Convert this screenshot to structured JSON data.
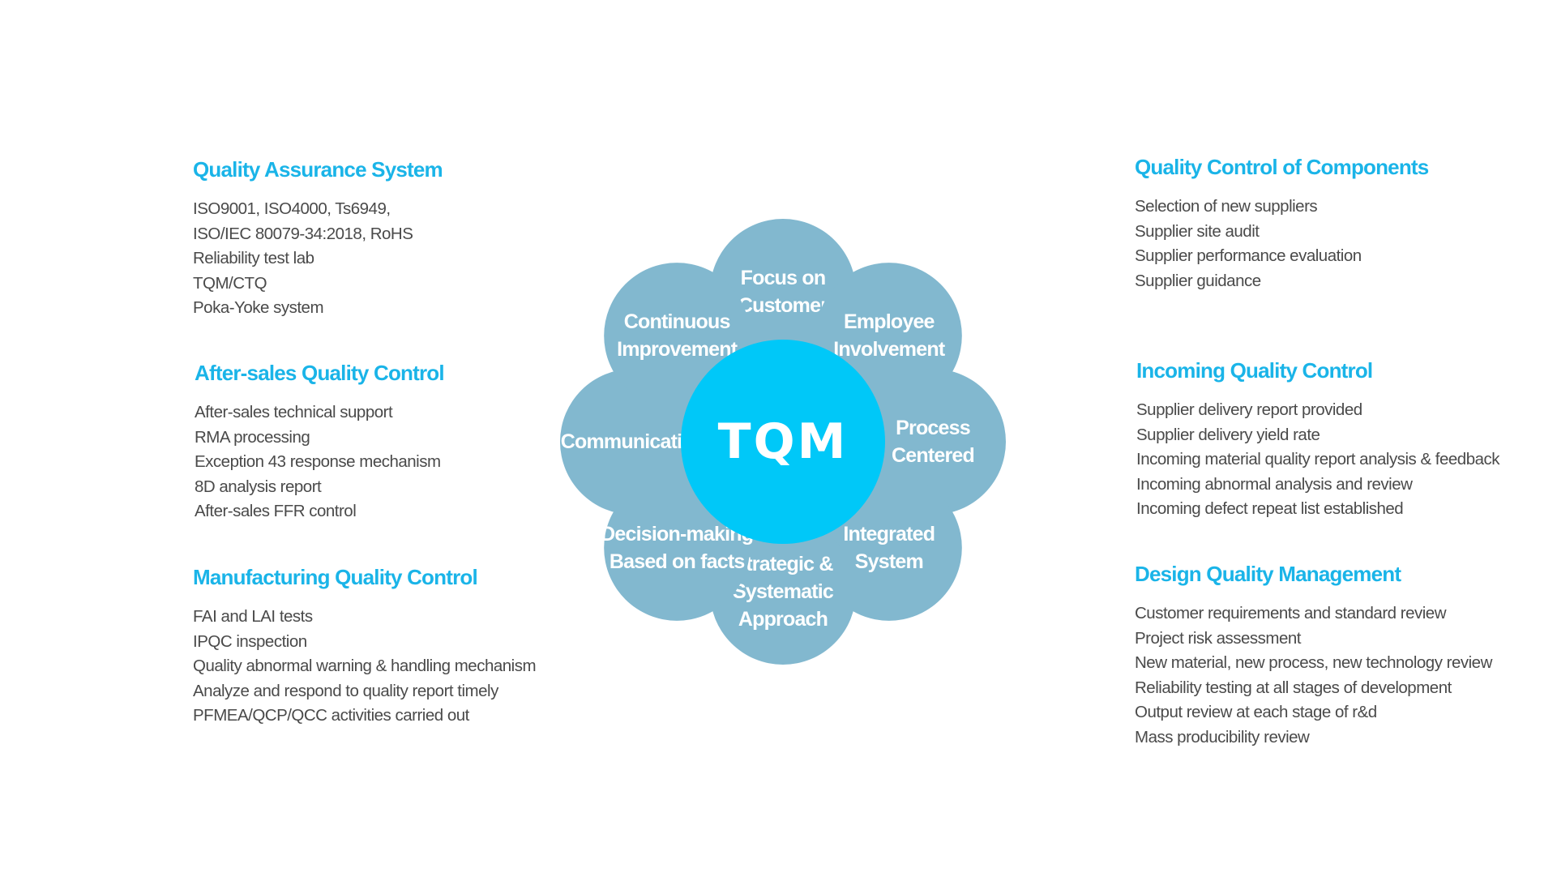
{
  "left_sections": [
    {
      "title": "Quality Assurance System",
      "items": [
        "ISO9001, ISO4000, Ts6949,",
        "ISO/IEC 80079-34:2018, RoHS",
        "Reliability test lab",
        "TQM/CTQ",
        "Poka-Yoke system"
      ]
    },
    {
      "title": "After-sales Quality Control",
      "items": [
        "After-sales technical support",
        "RMA processing",
        "Exception 43 response mechanism",
        "8D analysis report",
        "After-sales FFR control"
      ]
    },
    {
      "title": "Manufacturing Quality Control",
      "items": [
        "FAI and LAI tests",
        "IPQC inspection",
        "Quality abnormal warning & handling mechanism",
        "Analyze and respond to quality report timely",
        "PFMEA/QCP/QCC activities carried out"
      ]
    }
  ],
  "right_sections": [
    {
      "title": "Quality Control of Components",
      "items": [
        "Selection of new suppliers",
        "Supplier site audit",
        "Supplier performance evaluation",
        "Supplier guidance"
      ]
    },
    {
      "title": "Incoming Quality Control",
      "items": [
        "Supplier delivery report provided",
        "Supplier delivery yield rate",
        "Incoming material quality report analysis & feedback",
        "Incoming abnormal analysis and review",
        "Incoming defect repeat list established"
      ]
    },
    {
      "title": "Design Quality Management",
      "items": [
        "Customer requirements and standard review",
        "Project risk assessment",
        "New material, new process, new technology review",
        "Reliability testing at all stages of development",
        "Output review at each stage of r&d",
        "Mass producibility review"
      ]
    }
  ],
  "diagram": {
    "center": "TQM",
    "center_color": "#00c8f8",
    "satellite_color": "#82b8cf",
    "connector_color": "#2b2b2b",
    "satellites": [
      {
        "lines": [
          "Focus on",
          "Customer"
        ]
      },
      {
        "lines": [
          "Employee",
          "Involvement"
        ]
      },
      {
        "lines": [
          "Process",
          "Centered"
        ]
      },
      {
        "lines": [
          "Integrated",
          "System"
        ]
      },
      {
        "lines": [
          "Strategic &",
          "Systematic",
          "Approach"
        ]
      },
      {
        "lines": [
          "Decision-making",
          "Based on facts"
        ]
      },
      {
        "lines": [
          "Communication"
        ]
      },
      {
        "lines": [
          "Continuous",
          "Improvement"
        ]
      }
    ]
  },
  "colors": {
    "heading": "#1ab4e8",
    "body_text": "#4a4a4a"
  }
}
